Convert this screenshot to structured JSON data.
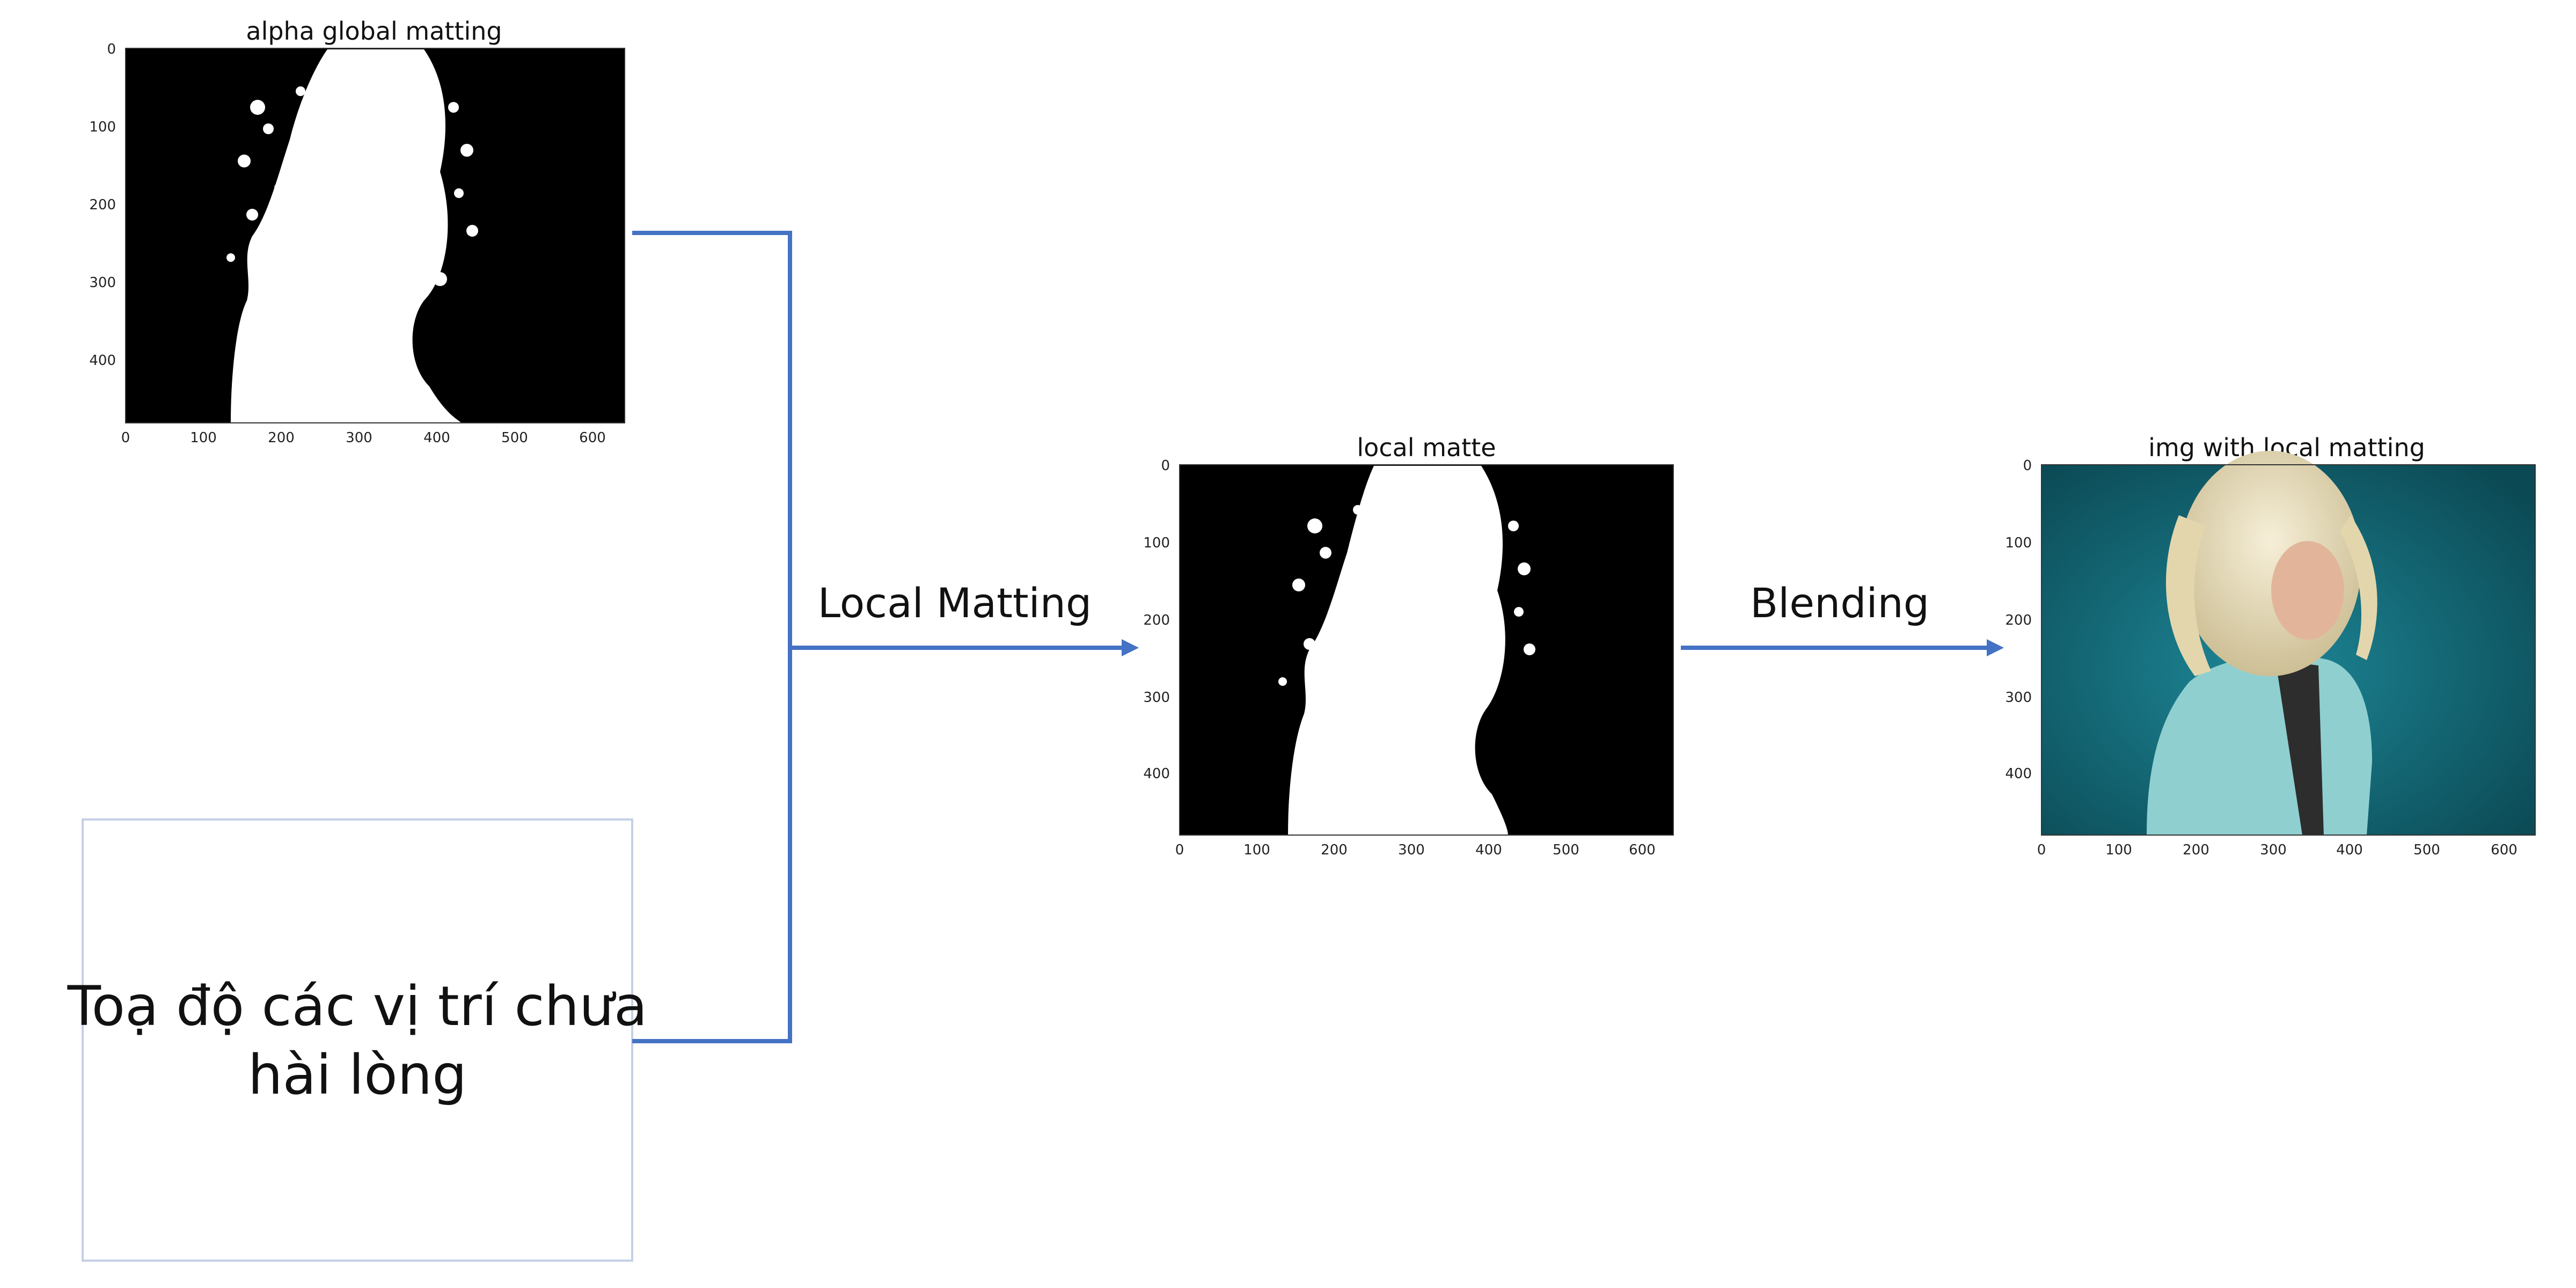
{
  "panels": {
    "alpha_global": {
      "title": "alpha global matting"
    },
    "local_matte": {
      "title": "local matte"
    },
    "img_local": {
      "title": "img with local matting"
    }
  },
  "axes": {
    "x_ticks": [
      "0",
      "100",
      "200",
      "300",
      "400",
      "500",
      "600"
    ],
    "y_ticks": [
      "0",
      "100",
      "200",
      "300",
      "400"
    ]
  },
  "flow": {
    "local_matting_label": "Local Matting",
    "blending_label": "Blending"
  },
  "coords_box": {
    "line1": "Toạ độ các vị trí chưa",
    "line2": "hài lòng"
  },
  "colors": {
    "arrow": "#4472c4",
    "matte_bg": "#000000",
    "matte_fg": "#ffffff",
    "teal_bg": "#166f7c",
    "box_border": "#c5d0e6"
  }
}
